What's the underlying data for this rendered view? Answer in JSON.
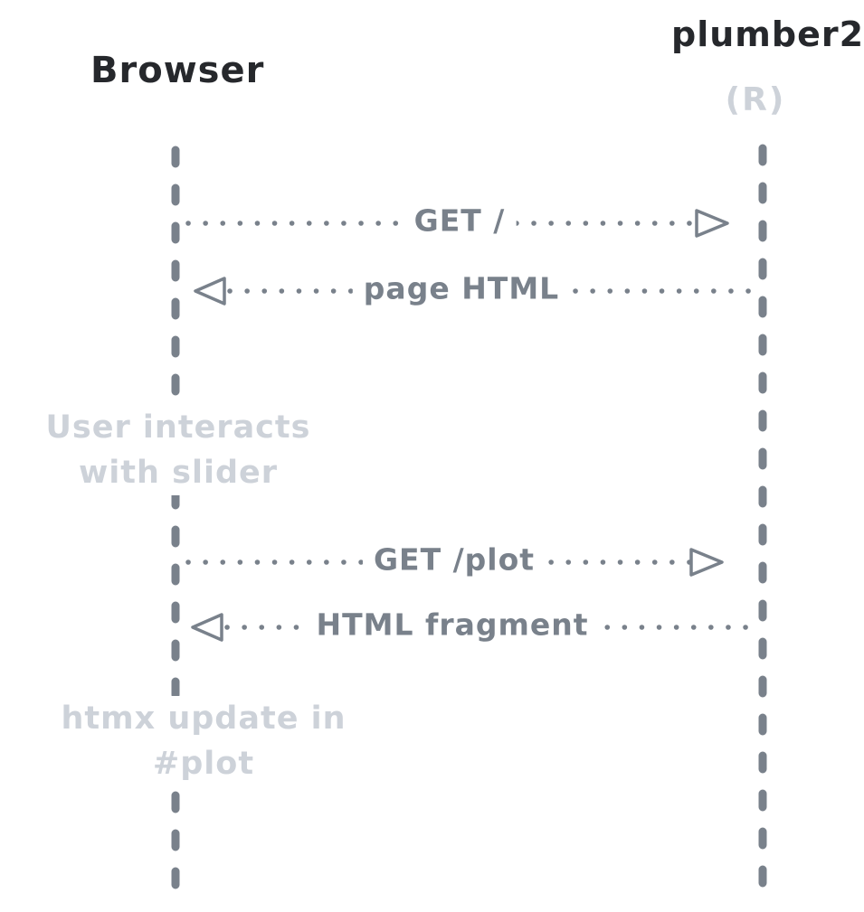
{
  "diagram": {
    "type": "sequence",
    "actors": [
      {
        "label": "Browser"
      },
      {
        "label": "plumber2",
        "sublabel": "(R)"
      }
    ],
    "messages": [
      {
        "label": "GET /",
        "direction": "right"
      },
      {
        "label": "page HTML",
        "direction": "left"
      },
      {
        "label": "GET /plot",
        "direction": "right"
      },
      {
        "label": "HTML fragment",
        "direction": "left"
      }
    ],
    "notes": [
      {
        "line1": "User interacts",
        "line2": "with slider"
      },
      {
        "line1": "htmx update in #plot",
        "line2": ""
      }
    ],
    "colors": {
      "ink": "#26282c",
      "stroke_gray": "#79818b",
      "note_gray": "#cdd2d9",
      "background": "#ffffff"
    }
  }
}
